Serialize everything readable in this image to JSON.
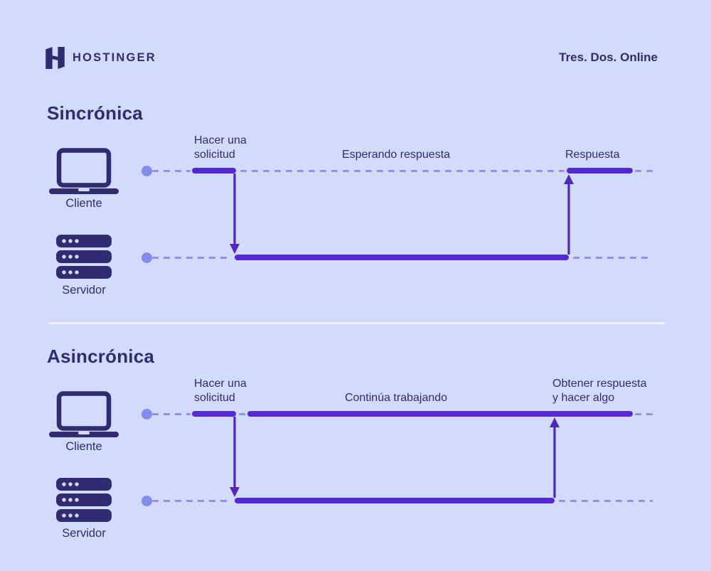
{
  "header": {
    "brand": "HOSTINGER",
    "tagline": "Tres. Dos. Online"
  },
  "colors": {
    "background": "#D3DBFA",
    "ink": "#312B72",
    "line": "#5529D4",
    "arrow": "#4E27BE",
    "dash": "#8E93E9",
    "dot": "#848BEF",
    "divider": "#EFF3FD"
  },
  "icons": [
    "hostinger-logo-icon",
    "laptop-icon",
    "server-icon",
    "arrow-down-icon",
    "arrow-up-icon"
  ],
  "sections": [
    {
      "title": "Sincrónica",
      "client": {
        "label": "Cliente"
      },
      "server": {
        "label": "Servidor"
      },
      "annotations": {
        "request": {
          "line1": "Hacer una",
          "line2": "solicitud"
        },
        "middle": "Esperando respuesta",
        "response": {
          "line1": "Respuesta"
        }
      }
    },
    {
      "title": "Asincrónica",
      "client": {
        "label": "Cliente"
      },
      "server": {
        "label": "Servidor"
      },
      "annotations": {
        "request": {
          "line1": "Hacer una",
          "line2": "solicitud"
        },
        "middle": "Continúa trabajando",
        "response": {
          "line1": "Obtener respuesta",
          "line2": "y hacer algo"
        }
      }
    }
  ]
}
